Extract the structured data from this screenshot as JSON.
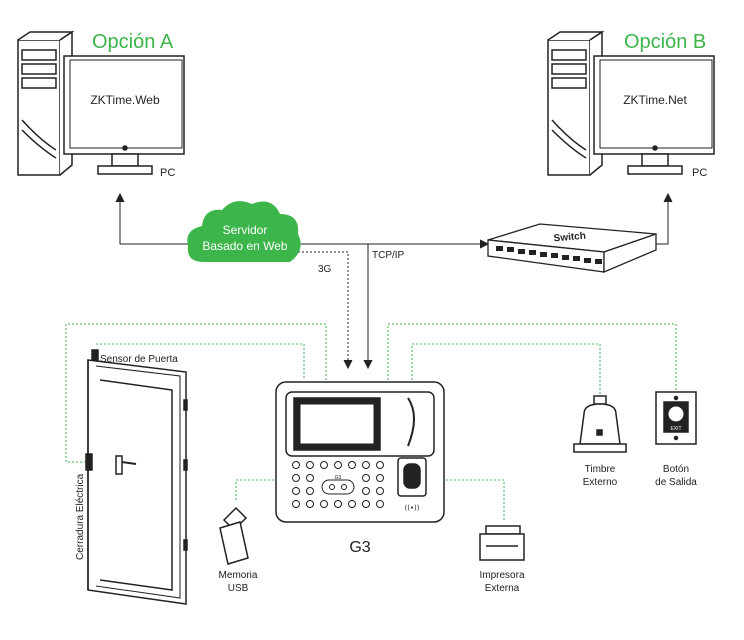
{
  "option_a": {
    "title": "Opción A",
    "screen_text": "ZKTime.Web",
    "pc_label": "PC"
  },
  "option_b": {
    "title": "Opción B",
    "screen_text": "ZKTime.Net",
    "pc_label": "PC"
  },
  "cloud": {
    "line1": "Servidor",
    "line2": "Basado en Web"
  },
  "switch_label": "Switch",
  "links": {
    "g3_label": "3G",
    "tcpip_label": "TCP/IP"
  },
  "door": {
    "sensor_label": "Sensor de Puerta",
    "lock_label": "Cerradura Eléctrica"
  },
  "device": {
    "name": "G3",
    "screen_tag": "G3"
  },
  "usb": {
    "line1": "Memoria",
    "line2": "USB"
  },
  "printer": {
    "line1": "Impresora",
    "line2": "Externa"
  },
  "bell": {
    "line1": "Timbre",
    "line2": "Externo"
  },
  "exit_button": {
    "line1": "Botón",
    "line2": "de Salida",
    "plate_text": "EXIT"
  },
  "colors": {
    "accent": "#3cb54a",
    "dotted_line": "#3cb54a",
    "line": "#222222",
    "cloud": "#3cb54a"
  }
}
